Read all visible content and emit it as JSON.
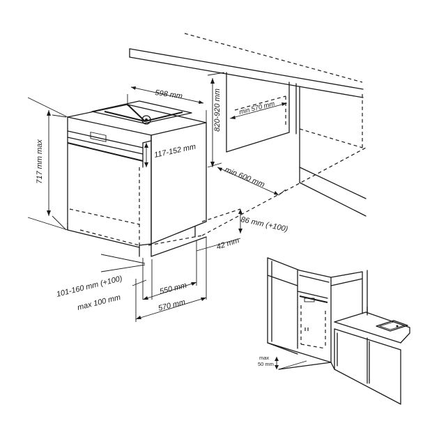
{
  "labels": {
    "width_top": "598 mm",
    "height_max": "717 mm max",
    "panel_height": "117-152 mm",
    "niche_height": "820-920 mm",
    "niche_depth": "min 570 mm",
    "niche_width": "min 600 mm",
    "plinth_height": "86 mm (+100)",
    "plinth_offset": "42 mm",
    "door_gap": "101-160 mm (+100)",
    "door_gap_max": "max 100 mm",
    "depth_inner": "550 mm",
    "depth_outer": "570 mm",
    "inset_max": "max",
    "inset_value": "50  mm"
  },
  "colors": {
    "line": "#1a1a1a",
    "background": "#ffffff"
  }
}
